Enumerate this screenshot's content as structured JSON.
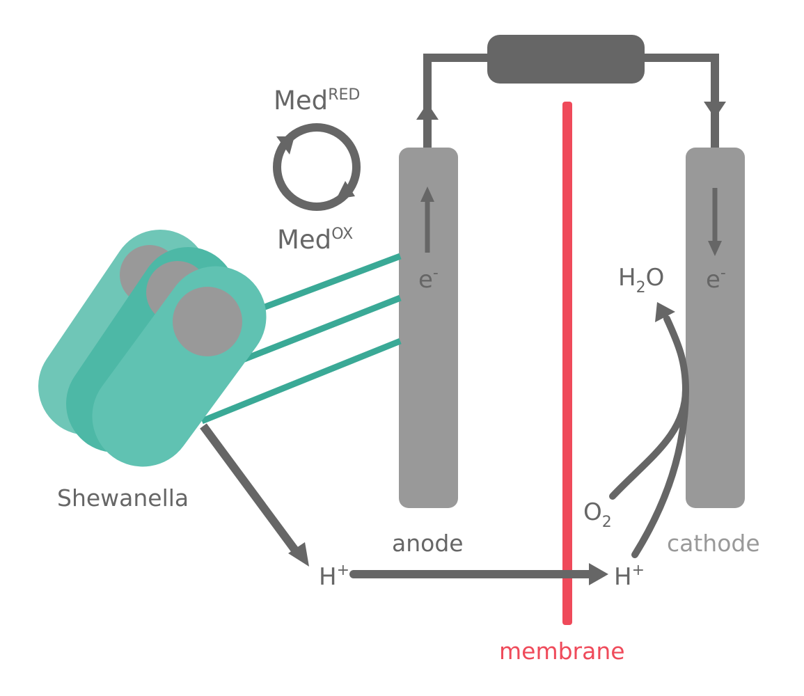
{
  "labels": {
    "med_base_top": "Med",
    "med_red": "RED",
    "med_base_bottom": "Med",
    "med_ox": "OX",
    "anode_e": "e",
    "anode_e_sup": "-",
    "cathode_e": "e",
    "cathode_e_sup": "-",
    "h2o_h": "H",
    "h2o_sub": "2",
    "h2o_o": "O",
    "o2_o": "O",
    "o2_sub": "2",
    "hplus_left": "H",
    "hplus_left_sup": "+",
    "hplus_right": "H",
    "hplus_right_sup": "+",
    "shewanella": "Shewanella",
    "anode": "anode",
    "cathode": "cathode",
    "membrane": "membrane"
  },
  "colors": {
    "electrode": "#999999",
    "wire": "#666666",
    "membrane": "#ef4a5a",
    "bacteria_light": "#6fc6b7",
    "bacteria_mid": "#4db8a6",
    "bacteria_front": "#60c2b2",
    "nanowire": "#3aa996",
    "nucleus": "#999999"
  }
}
